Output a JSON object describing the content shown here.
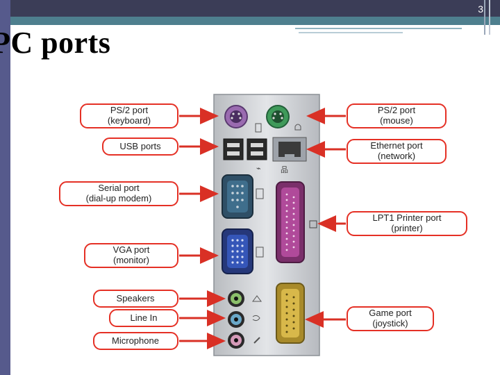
{
  "slide": {
    "number": "3",
    "title": "PC ports"
  },
  "labels": {
    "ps2_keyboard_1": "PS/2 port",
    "ps2_keyboard_2": "(keyboard)",
    "usb": "USB ports",
    "serial_1": "Serial port",
    "serial_2": "(dial-up modem)",
    "vga_1": "VGA port",
    "vga_2": "(monitor)",
    "speakers": "Speakers",
    "line_in": "Line In",
    "microphone": "Microphone",
    "ps2_mouse_1": "PS/2 port",
    "ps2_mouse_2": "(mouse)",
    "ethernet_1": "Ethernet port",
    "ethernet_2": "(network)",
    "lpt1_1": "LPT1 Printer port",
    "lpt1_2": "(printer)",
    "game_1": "Game port",
    "game_2": "(joystick)"
  },
  "colors": {
    "label_border": "#e53025",
    "arrow": "#d93025",
    "ps2_keyboard": "#9a6bb0",
    "ps2_mouse": "#3f9a5a",
    "serial": "#3f6e8c",
    "vga": "#3556b8",
    "lpt1": "#b04a9a",
    "game": "#d8b84a",
    "speakers_jack": "#8bbf6a",
    "line_in_jack": "#6aa8c8",
    "mic_jack": "#d59ab8"
  }
}
